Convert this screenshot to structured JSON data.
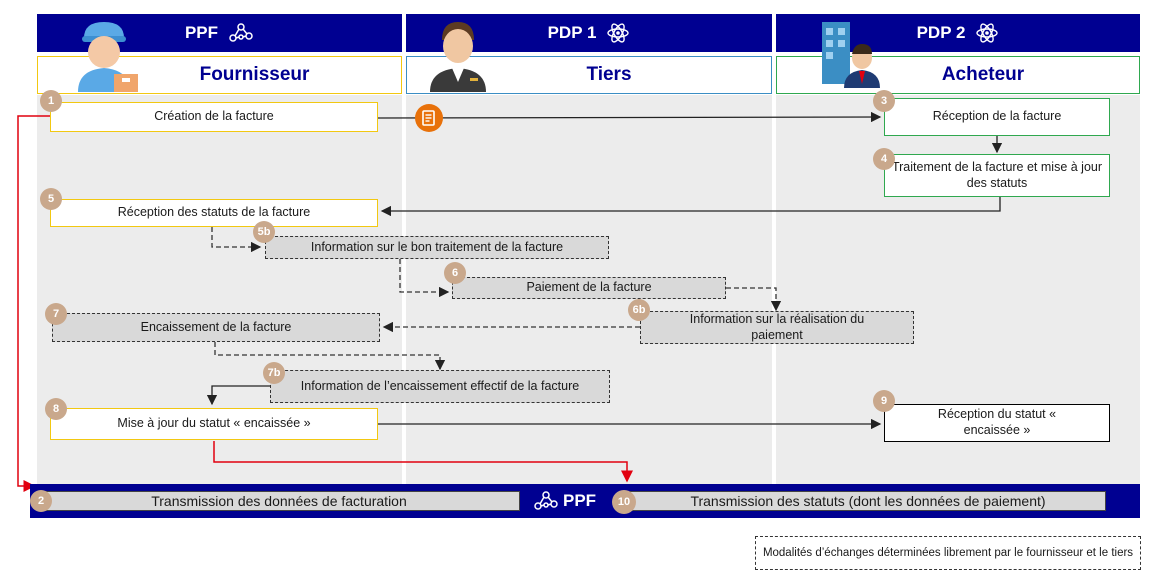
{
  "columns": [
    {
      "header": "PPF",
      "role": "Fournisseur"
    },
    {
      "header": "PDP 1",
      "role": "Tiers"
    },
    {
      "header": "PDP 2",
      "role": "Acheteur"
    }
  ],
  "steps": {
    "s1": {
      "badge": "1",
      "text": "Création de la facture"
    },
    "s3": {
      "badge": "3",
      "text": "Réception de la facture"
    },
    "s4": {
      "badge": "4",
      "text": "Traitement de la facture et mise à jour des statuts"
    },
    "s5": {
      "badge": "5",
      "text": "Réception des statuts de la facture"
    },
    "s5b": {
      "badge": "5b",
      "text": "Information sur le bon traitement de la facture"
    },
    "s6": {
      "badge": "6",
      "text": "Paiement de la facture"
    },
    "s6b": {
      "badge": "6b",
      "text": "Information sur la réalisation du paiement"
    },
    "s7": {
      "badge": "7",
      "text": "Encaissement de la facture"
    },
    "s7b": {
      "badge": "7b",
      "text": "Information de l’encaissement effectif de la facture"
    },
    "s8": {
      "badge": "8",
      "text": "Mise à jour du statut « encaissée »"
    },
    "s9": {
      "badge": "9",
      "text": "Réception du statut « encaissée »"
    }
  },
  "ppf_bar": {
    "label": "PPF",
    "s2": {
      "badge": "2",
      "text": "Transmission des données de facturation"
    },
    "s10": {
      "badge": "10",
      "text": "Transmission des statuts (dont les données de paiement)"
    }
  },
  "legend": "Modalités d’échanges déterminées librement par le fournisseur et le tiers",
  "colors": {
    "navy": "#000091",
    "yellow": "#f2c811",
    "green": "#2fa84f",
    "badge": "#c9a88c",
    "red": "#e1000f",
    "orange": "#e8710a"
  },
  "icons": [
    "network-icon",
    "atom-icon",
    "supplier-avatar",
    "third-party-avatar",
    "buyer-avatar",
    "invoice-icon"
  ]
}
